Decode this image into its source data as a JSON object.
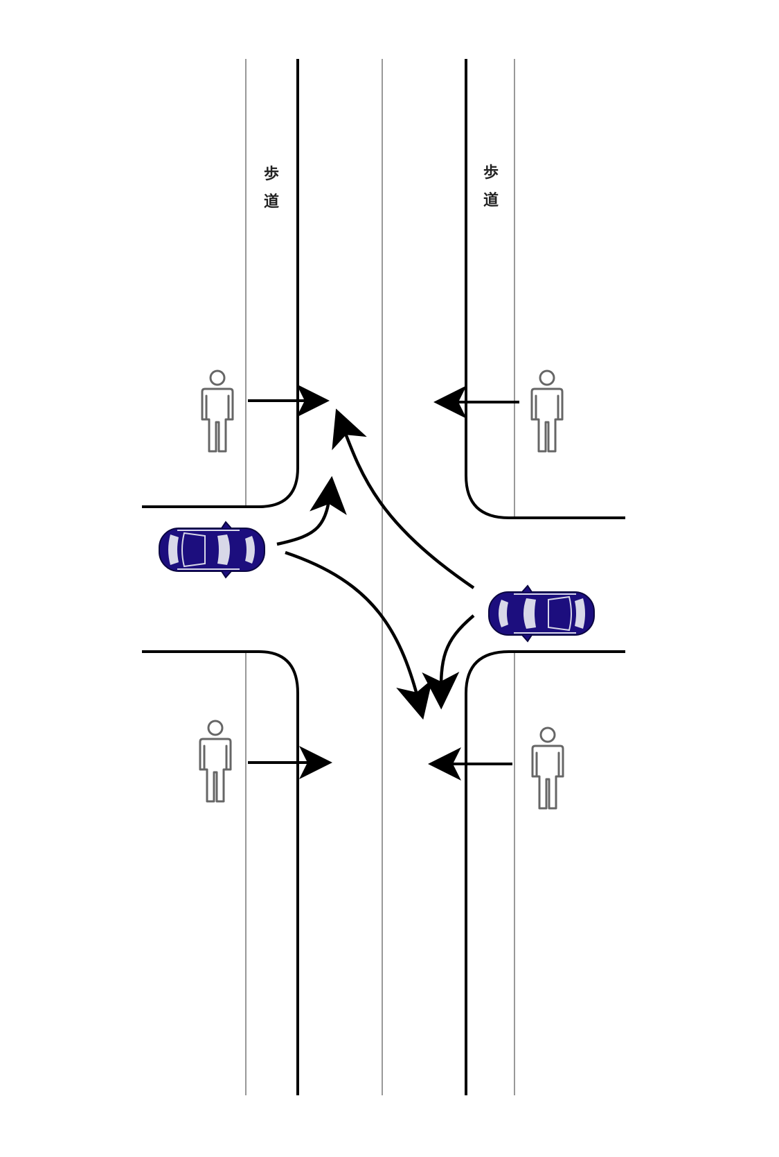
{
  "labels": {
    "left_sidewalk": [
      "歩",
      "道"
    ],
    "right_sidewalk": [
      "歩",
      "道"
    ]
  },
  "colors": {
    "car_body": "#1c0e7e",
    "car_glass": "#d8d8e8",
    "line": "#000000",
    "thin_line": "#777777",
    "pedestrian": "#666666"
  },
  "icons": {
    "pedestrian": "pedestrian-icon",
    "car": "car-icon"
  }
}
